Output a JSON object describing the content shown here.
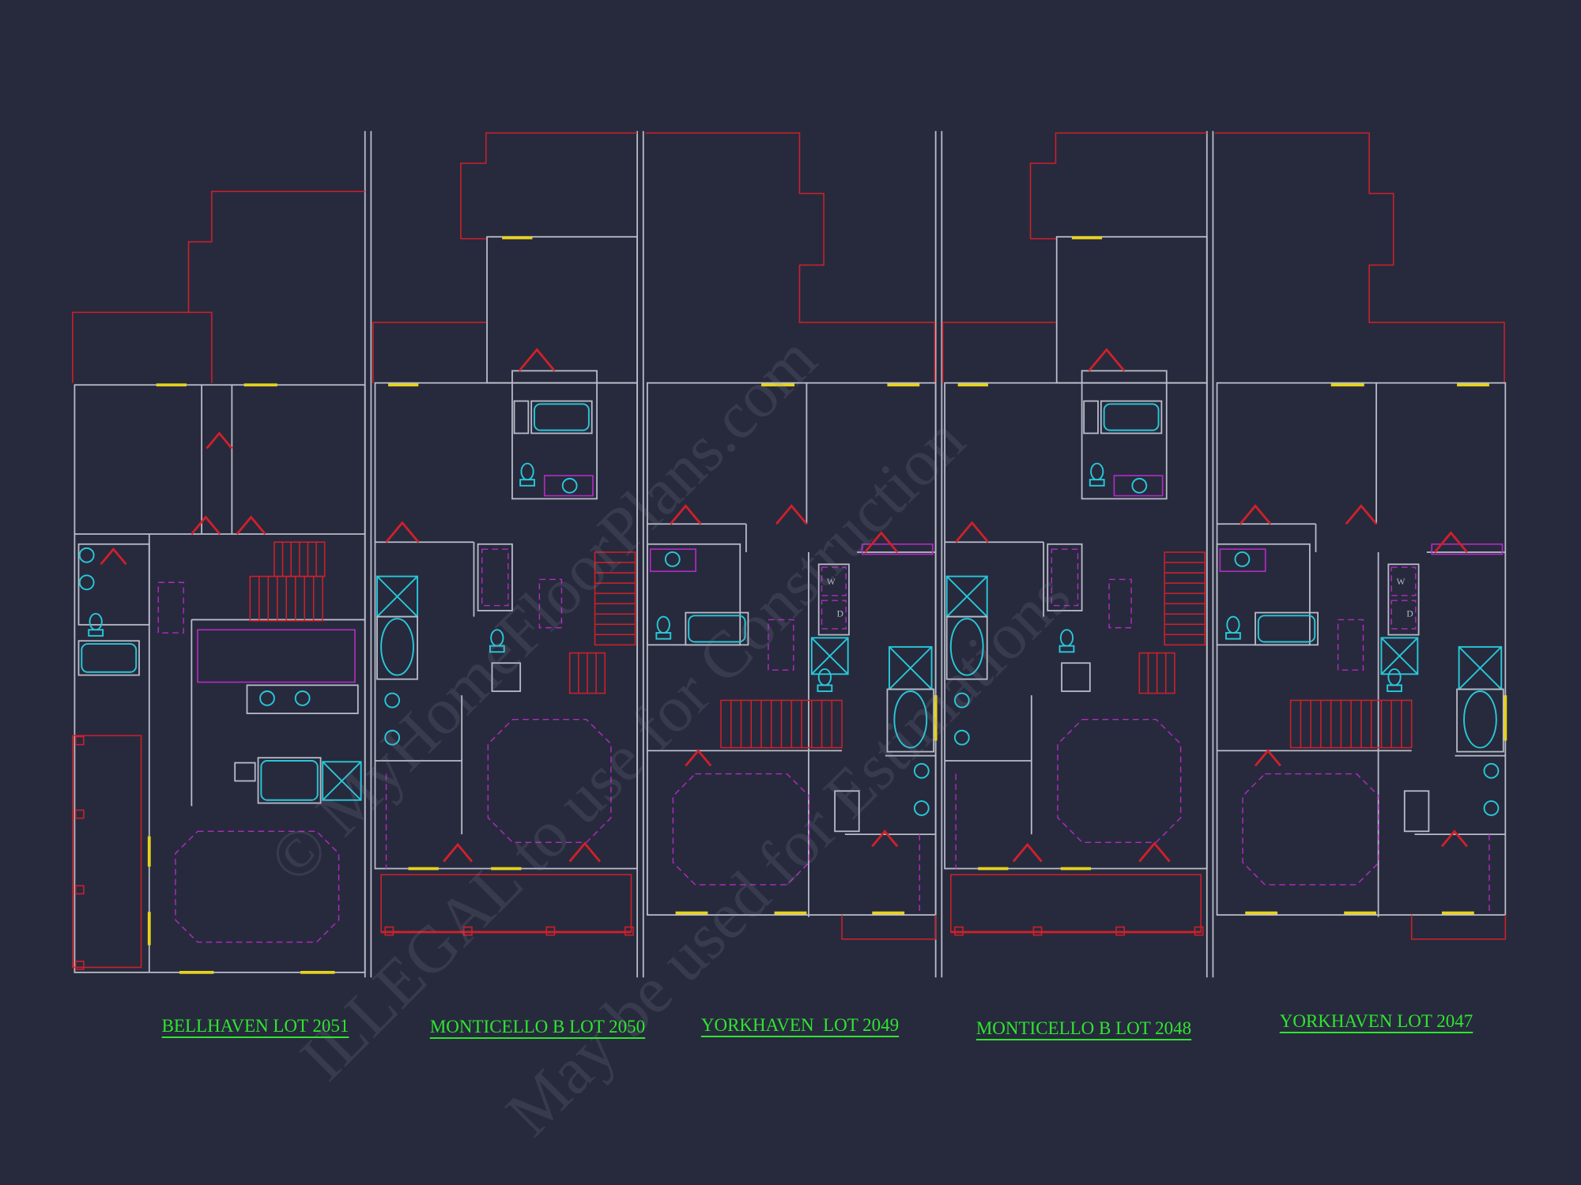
{
  "drawing": {
    "background": "#272a3d",
    "colors": {
      "walls": "#b9bcc8",
      "outline": "#d0202a",
      "fixtures": "#28c8d8",
      "hidden": "#b02cc0",
      "windows": "#e6d21e",
      "labels": "#2ee62e"
    },
    "lots": [
      {
        "label": "BELLHAVEN LOT 2051"
      },
      {
        "label": "MONTICELLO B LOT 2050"
      },
      {
        "label": "YORKHAVEN  LOT 2049"
      },
      {
        "label": "MONTICELLO B LOT 2048"
      },
      {
        "label": "YORKHAVEN LOT 2047"
      }
    ],
    "appliance_labels": {
      "washer": "W",
      "dryer": "D"
    }
  },
  "watermark": {
    "line1": "© MyHomeFloorPlans.com",
    "line2": "ILLEGAL to use for Construction",
    "line3": "May be used for Estimations"
  }
}
